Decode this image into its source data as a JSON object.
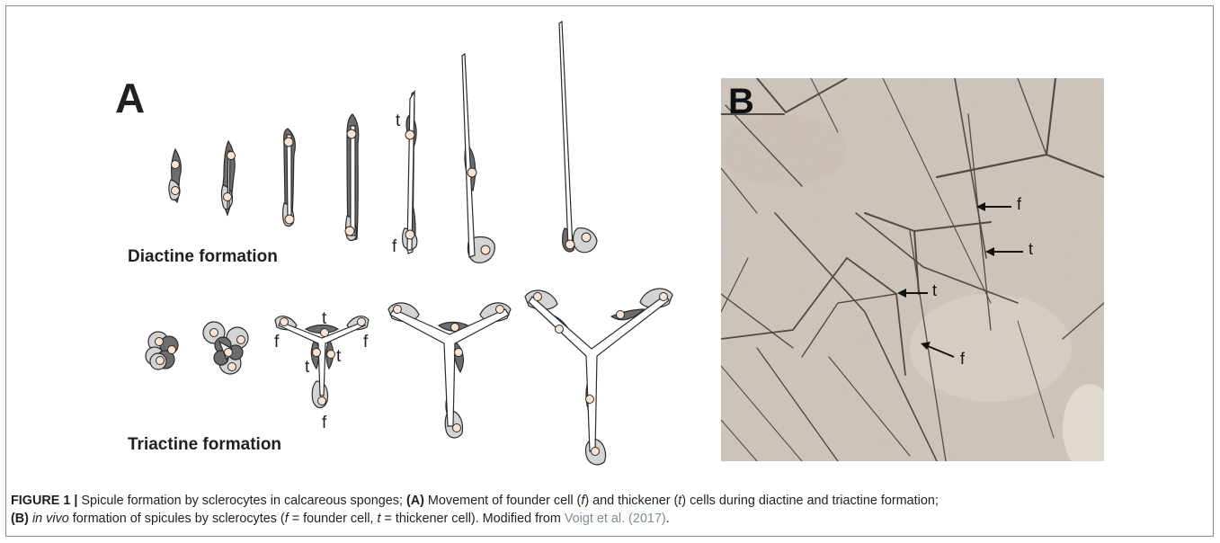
{
  "panel_a": {
    "label": "A",
    "diactine_caption": "Diactine formation",
    "triactine_caption": "Triactine formation",
    "letters": {
      "t": "t",
      "f": "f"
    }
  },
  "panel_b": {
    "label": "B",
    "arrow_labels": [
      "f",
      "t",
      "t",
      "f"
    ]
  },
  "caption": {
    "figure_label": "FIGURE 1 |",
    "part1": " Spicule formation by sclerocytes in calcareous sponges; ",
    "a_label": "(A)",
    "part2": " Movement of founder cell (",
    "f_italic": "f",
    "part3": ") and thickener (",
    "t_italic": "t",
    "part4": ") cells during diactine and triactine formation;",
    "b_label": "(B)",
    "in_vivo": "in vivo",
    "part5": " formation of spicules by sclerocytes (",
    "f_italic_2": "f",
    "part6": " = founder cell, ",
    "t_italic_2": "t",
    "part7": " = thickener cell). Modified from ",
    "reference": "Voigt et al. (2017)",
    "part8": "."
  },
  "colors": {
    "dark_cell": "#6d6d6d",
    "light_cell": "#d4d4d4",
    "nucleus": "#fbe3d3",
    "photo_background": "#d6cdc4",
    "reference_link": "#7f8c98"
  }
}
